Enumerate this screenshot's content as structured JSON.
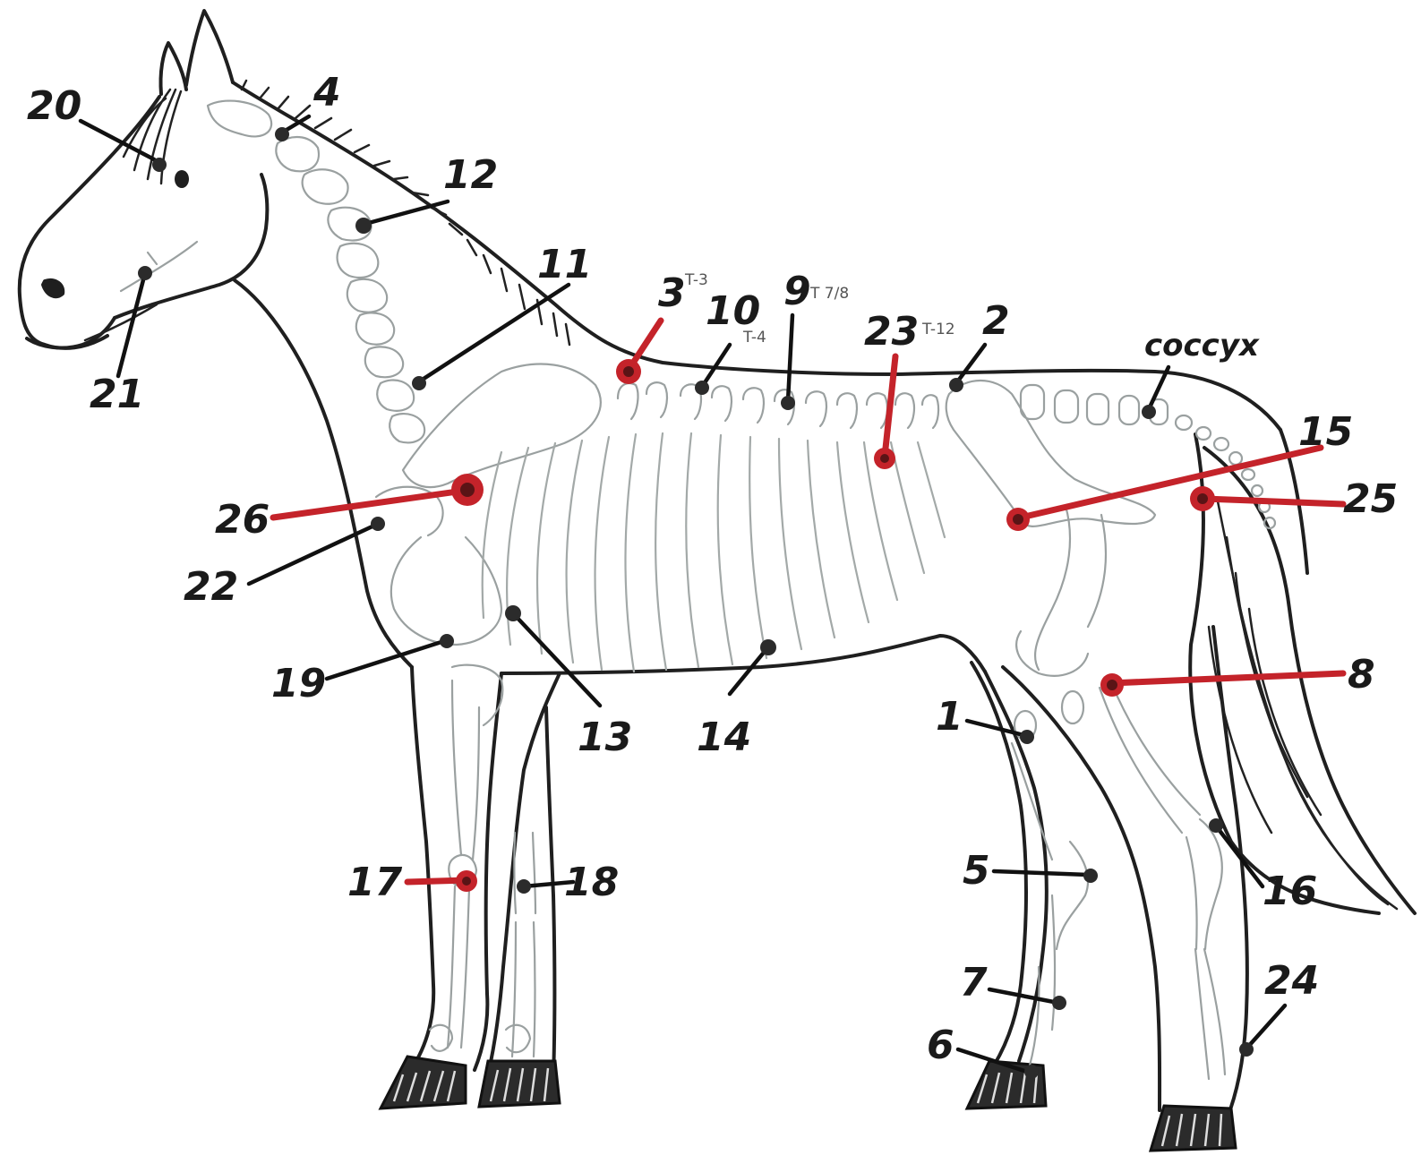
{
  "points": [
    {
      "id": "1",
      "label": "1",
      "color": "black"
    },
    {
      "id": "2",
      "label": "2",
      "color": "black"
    },
    {
      "id": "3",
      "label": "3",
      "sub": "T-3",
      "color": "red"
    },
    {
      "id": "4",
      "label": "4",
      "color": "black"
    },
    {
      "id": "5",
      "label": "5",
      "color": "black"
    },
    {
      "id": "6",
      "label": "6",
      "color": "black"
    },
    {
      "id": "7",
      "label": "7",
      "color": "black"
    },
    {
      "id": "8",
      "label": "8",
      "color": "red"
    },
    {
      "id": "9",
      "label": "9",
      "sub": "T 7/8",
      "color": "black"
    },
    {
      "id": "10",
      "label": "10",
      "sub": "T-4",
      "color": "black"
    },
    {
      "id": "11",
      "label": "11",
      "color": "black"
    },
    {
      "id": "12",
      "label": "12",
      "color": "black"
    },
    {
      "id": "13",
      "label": "13",
      "color": "black"
    },
    {
      "id": "14",
      "label": "14",
      "color": "black"
    },
    {
      "id": "15",
      "label": "15",
      "color": "red"
    },
    {
      "id": "16",
      "label": "16",
      "color": "black"
    },
    {
      "id": "17",
      "label": "17",
      "color": "red"
    },
    {
      "id": "18",
      "label": "18",
      "color": "black"
    },
    {
      "id": "19",
      "label": "19",
      "color": "black"
    },
    {
      "id": "20",
      "label": "20",
      "color": "black"
    },
    {
      "id": "21",
      "label": "21",
      "color": "black"
    },
    {
      "id": "22",
      "label": "22",
      "color": "black"
    },
    {
      "id": "23",
      "label": "23",
      "sub": "T-12",
      "color": "red"
    },
    {
      "id": "24",
      "label": "24",
      "color": "black"
    },
    {
      "id": "25",
      "label": "25",
      "color": "red"
    },
    {
      "id": "26",
      "label": "26",
      "color": "red"
    },
    {
      "id": "coccyx",
      "label": "coccyx",
      "color": "black"
    }
  ],
  "colors": {
    "red": "#c4232a",
    "black": "#1f1f1f",
    "bone": "#9aa0a0"
  }
}
